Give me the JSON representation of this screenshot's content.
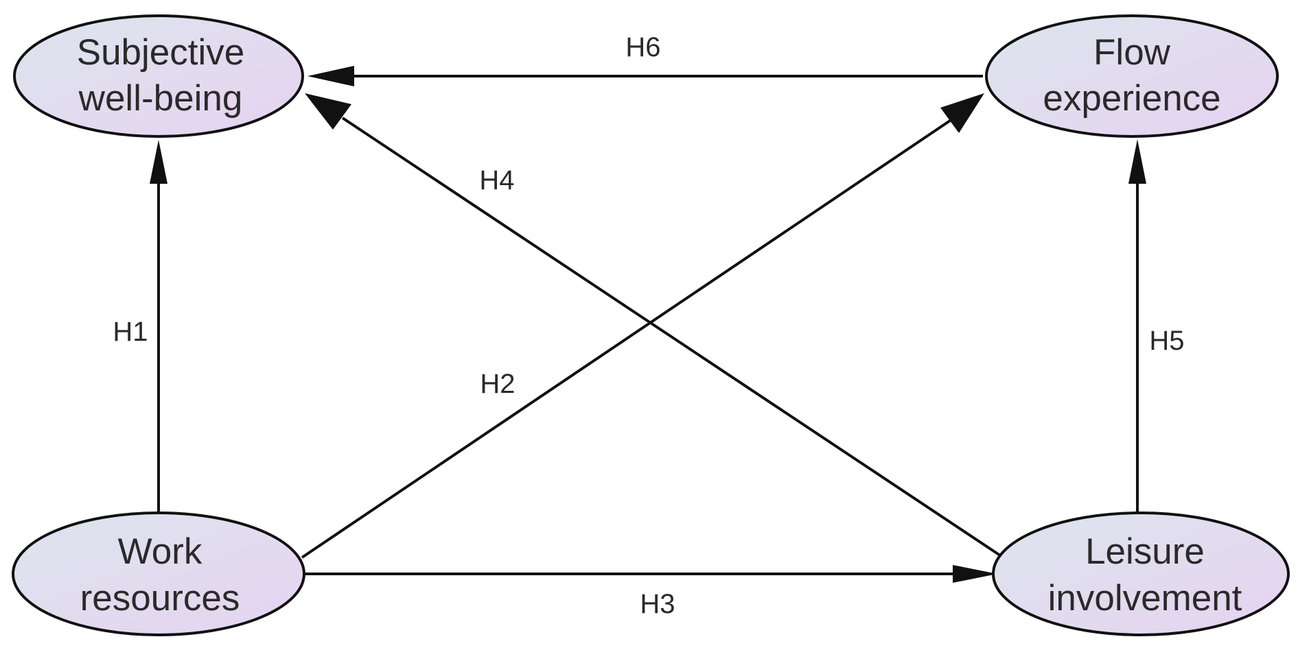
{
  "diagram": {
    "nodes": {
      "subjective_wellbeing": {
        "line1": "Subjective",
        "line2": "well-being"
      },
      "flow_experience": {
        "line1": "Flow",
        "line2": "experience"
      },
      "work_resources": {
        "line1": "Work",
        "line2": "resources"
      },
      "leisure_involvement": {
        "line1": "Leisure",
        "line2": "involvement"
      }
    },
    "edges": {
      "h1": {
        "label": "H1",
        "from": "Work resources",
        "to": "Subjective well-being"
      },
      "h2": {
        "label": "H2",
        "from": "Work resources",
        "to": "Flow experience"
      },
      "h3": {
        "label": "H3",
        "from": "Work resources",
        "to": "Leisure involvement"
      },
      "h4": {
        "label": "H4",
        "from": "Leisure involvement",
        "to": "Subjective well-being"
      },
      "h5": {
        "label": "H5",
        "from": "Leisure involvement",
        "to": "Flow experience"
      },
      "h6": {
        "label": "H6",
        "from": "Flow experience",
        "to": "Subjective well-being"
      }
    },
    "colors": {
      "node_fill_start": "#dde5ee",
      "node_fill_end": "#e6d3f0",
      "line": "#111111",
      "text": "#2a2a2a"
    }
  }
}
